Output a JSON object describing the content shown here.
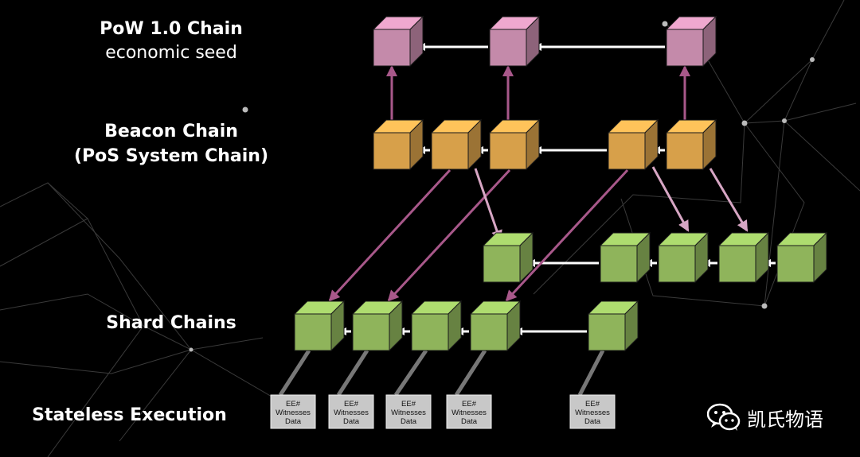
{
  "labels": {
    "pow_title": "PoW 1.0 Chain",
    "pow_sub": "economic seed",
    "beacon_title": "Beacon Chain",
    "beacon_sub": "(PoS System Chain)",
    "shard_title": "Shard Chains",
    "stateless_title": "Stateless Execution"
  },
  "ee_box": {
    "line1": "EE#",
    "line2": "Witnesses",
    "line3": "Data"
  },
  "brand": {
    "name": "凯氏物语",
    "icon": "wechat-icon"
  },
  "colors": {
    "background": "#000000",
    "pow_block": "#c48aaa",
    "beacon_block": "#d7a04a",
    "shard_block": "#8fb45b",
    "link_arrow": "#ffffff",
    "crosslink_arrow": "#a8588a",
    "shard_ref_arrow": "#d7a6c4",
    "ee_box": "#c8c8c8",
    "connector": "#777777"
  }
}
